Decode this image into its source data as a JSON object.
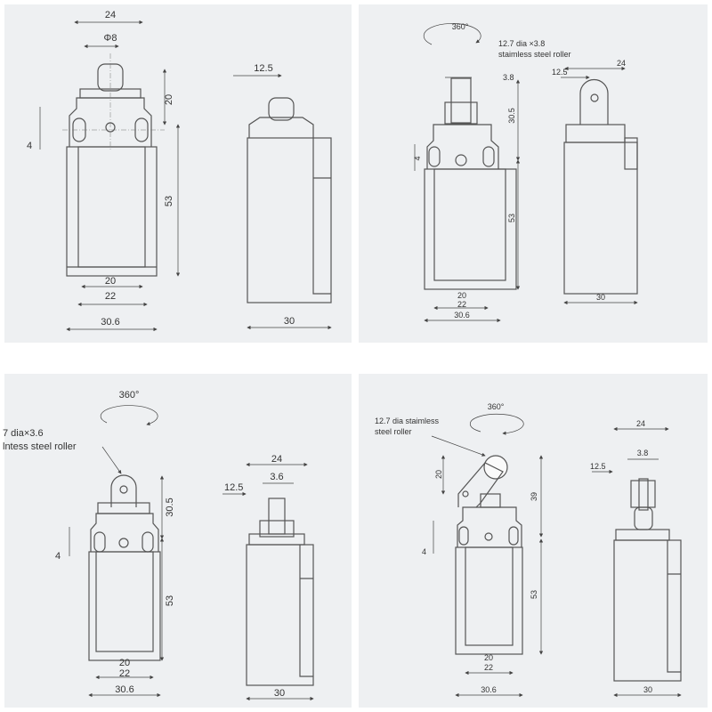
{
  "panels": {
    "tl": {
      "dims": {
        "w24": "24",
        "phi8": "Φ8",
        "h20": "20",
        "h53": "53",
        "h4": "4",
        "w20": "20",
        "w22": "22",
        "w306": "30.6",
        "s125": "12.5",
        "s30": "30"
      }
    },
    "tr": {
      "rotation": "360°",
      "roller_line1": "12.7 dia ×3.8",
      "roller_line2": "staimless steel roller",
      "dims": {
        "w38": "3.8",
        "h305": "30.5",
        "h53": "53",
        "h4": "4",
        "w20": "20",
        "w22": "22",
        "w306": "30.6",
        "s24": "24",
        "s125": "12.5",
        "s30": "30"
      }
    },
    "bl": {
      "rotation": "360°",
      "roller_line1": "7 dia×3.6",
      "roller_line2": "lntess steel roller",
      "dims": {
        "h305": "30.5",
        "h53": "53",
        "h4": "4",
        "w20": "20",
        "w22": "22",
        "w306": "30.6",
        "s24": "24",
        "s36": "3.6",
        "s125": "12.5",
        "s30": "30"
      }
    },
    "br": {
      "rotation": "360°",
      "roller_line1": "12.7 dia staimless",
      "roller_line2": "steel roller",
      "dims": {
        "h20": "20",
        "h39": "39",
        "h4": "4",
        "h53": "53",
        "w20": "20",
        "w22": "22",
        "w306": "30.6",
        "s24": "24",
        "s38": "3.8",
        "s125": "12.5",
        "s30": "30"
      }
    }
  }
}
